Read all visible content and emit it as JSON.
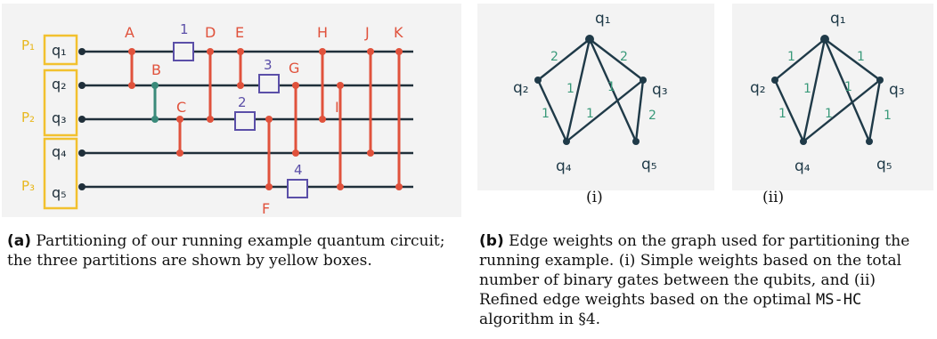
{
  "circuit": {
    "partitions": [
      "P1",
      "P2",
      "P3"
    ],
    "qubits": [
      "q1",
      "q2",
      "q3",
      "q4",
      "q5"
    ],
    "gate_labels_red": [
      "A",
      "B",
      "C",
      "D",
      "E",
      "F",
      "G",
      "H",
      "I",
      "J",
      "K"
    ],
    "single_qubit_gates": [
      "1",
      "2",
      "3",
      "4"
    ],
    "colors": {
      "wire": "#1f2f3a",
      "cnot": "#e0523c",
      "cnot_b": "#3a8a7a",
      "partition": "#f2c12e",
      "box": "#5b4fa8"
    }
  },
  "graph_i": {
    "nodes": [
      "q1",
      "q2",
      "q3",
      "q4",
      "q5"
    ],
    "edge_weights": [
      "2",
      "2",
      "1",
      "1",
      "1",
      "1",
      "2"
    ]
  },
  "graph_ii": {
    "nodes": [
      "q1",
      "q2",
      "q3",
      "q4",
      "q5"
    ],
    "edge_weights": [
      "1",
      "1",
      "1",
      "1",
      "1",
      "1",
      "1"
    ]
  },
  "sub_i": "(i)",
  "sub_ii": "(ii)",
  "caption_a": {
    "tag": "(a)",
    "text": " Partitioning of our running example quantum circuit; the three partitions are shown by yellow boxes."
  },
  "caption_b": {
    "tag": "(b)",
    "text1": " Edge weights on the graph used for partitioning the running example. (i) Simple weights based on the total number of binary gates between the qubits, and (ii) Refined edge weights based on the optimal ",
    "mono": "MS-HC",
    "text2": " algorithm in §4."
  }
}
